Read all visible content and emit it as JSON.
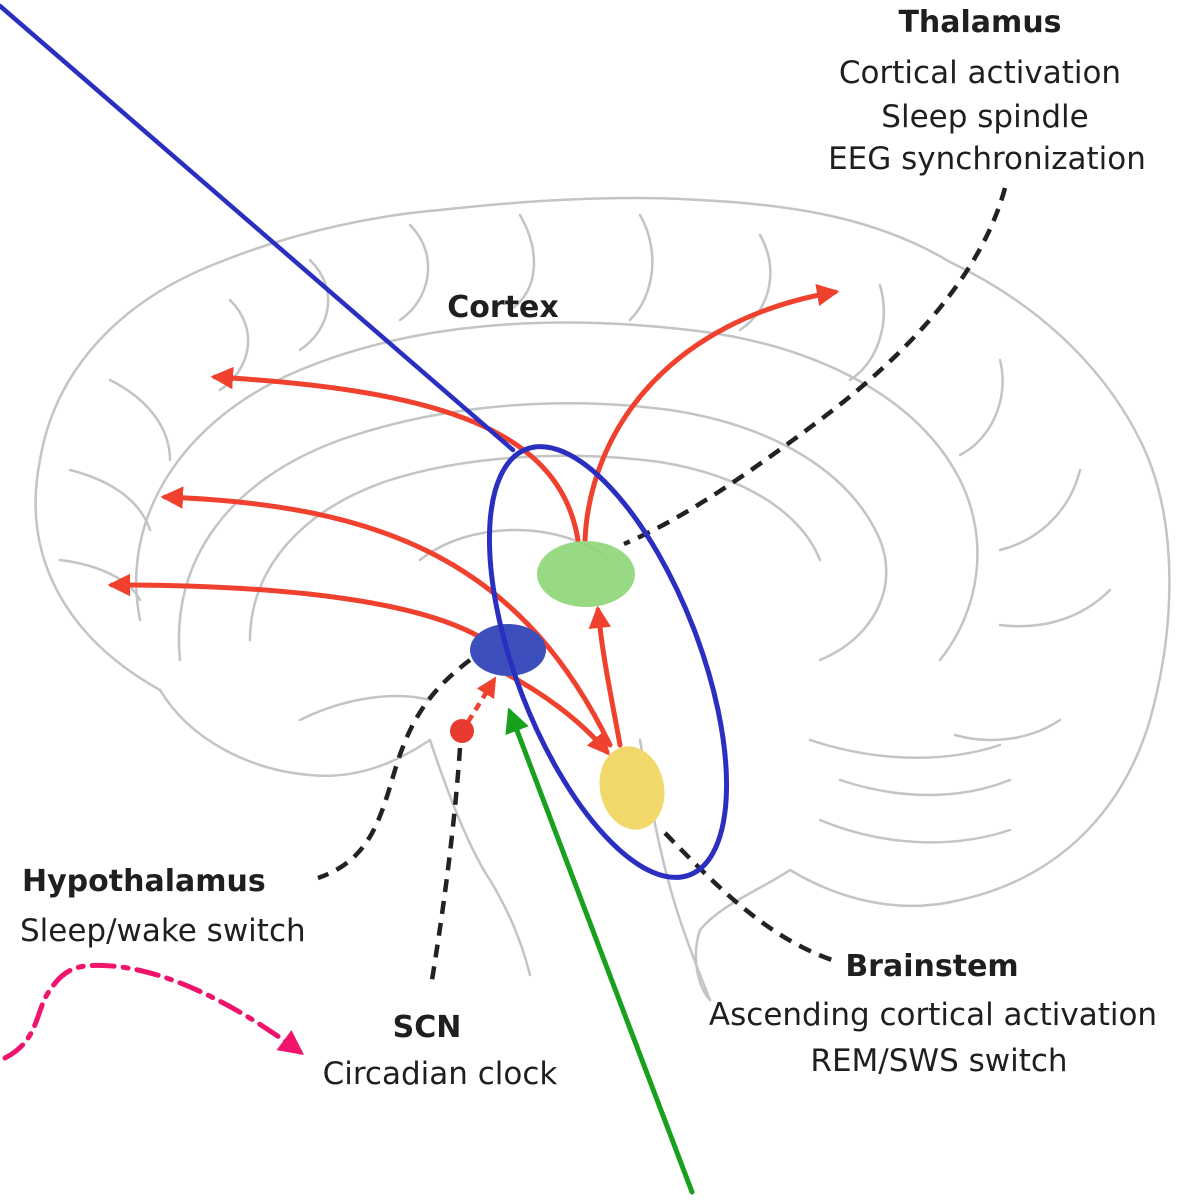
{
  "labels": {
    "thalamus": {
      "title": "Thalamus",
      "lines": [
        "Cortical activation",
        "Sleep spindle",
        "EEG synchronization"
      ]
    },
    "cortex": {
      "title": "Cortex"
    },
    "hypothalamus": {
      "title": "Hypothalamus",
      "lines": [
        "Sleep/wake switch"
      ]
    },
    "scn": {
      "title": "SCN",
      "lines": [
        "Circadian clock"
      ]
    },
    "brainstem": {
      "title": "Brainstem",
      "lines": [
        "Ascending cortical activation",
        "REM/SWS switch"
      ]
    }
  },
  "colors": {
    "outline": "#c4c4c4",
    "pathway_arrow": "#f0412f",
    "thalamus_region": "#8fd67a",
    "hypothalamus_region": "#3d4fbd",
    "scn_region": "#e83a30",
    "brainstem_region": "#f2d76a",
    "leader_line": "#222222",
    "annotation_blue": "#2a2fc0",
    "annotation_green": "#19a01e",
    "annotation_pink": "#f0146e"
  }
}
